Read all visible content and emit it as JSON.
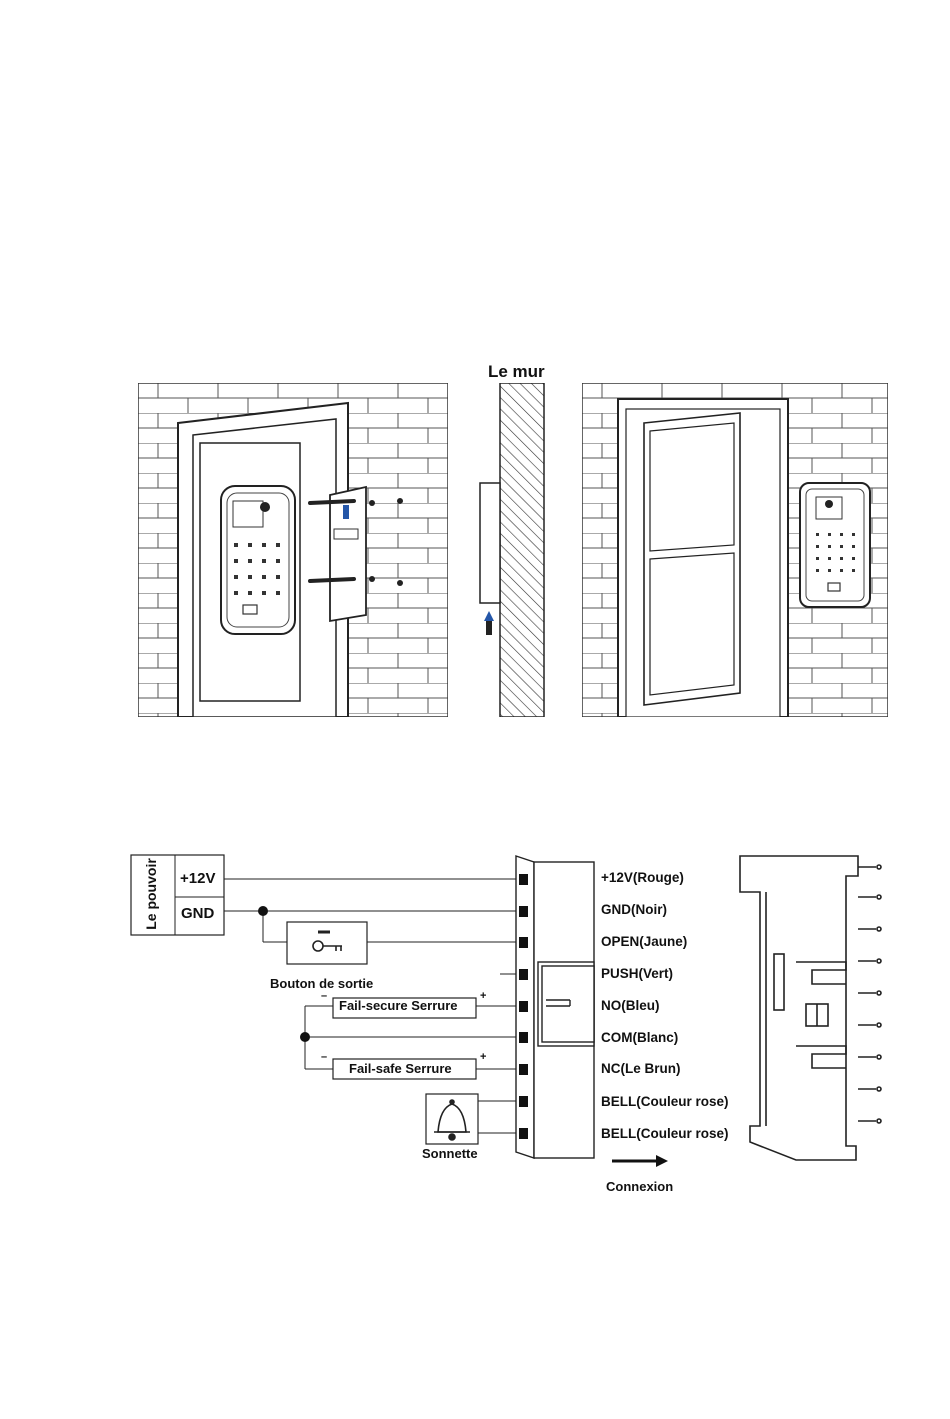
{
  "installation": {
    "wall_label": "Le mur"
  },
  "wiring": {
    "power_label": "Le pouvoir",
    "power_plus": "+12V",
    "power_gnd": "GND",
    "exit_button_label": "Bouton de sortie",
    "fail_secure_label": "Fail-secure Serrure",
    "fail_safe_label": "Fail-safe Serrure",
    "doorbell_label": "Sonnette",
    "minus": "–",
    "plus": "+",
    "terminals": [
      "+12V(Rouge)",
      "GND(Noir)",
      "OPEN(Jaune)",
      "PUSH(Vert)",
      "NO(Bleu)",
      "COM(Blanc)",
      "NC(Le Brun)",
      "BELL(Couleur rose)",
      "BELL(Couleur rose)"
    ],
    "connection_label": "Connexion"
  }
}
